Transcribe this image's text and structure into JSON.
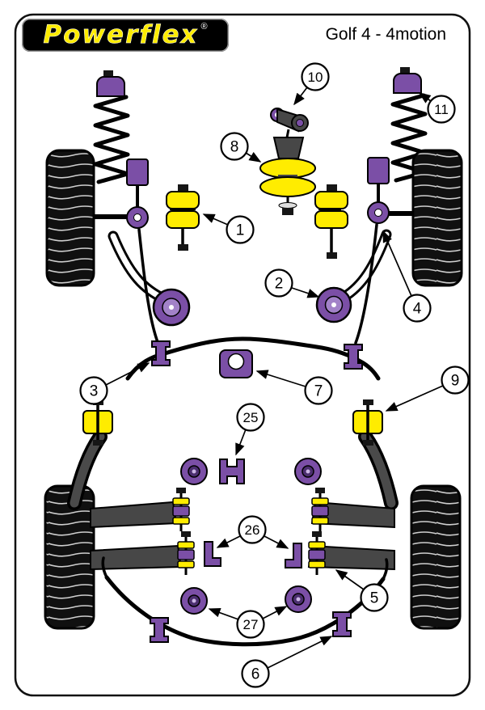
{
  "header": {
    "brand": "Powerflex",
    "registered_mark": "®",
    "title": "Golf 4 - 4motion"
  },
  "colors": {
    "purple": "#7b4fa6",
    "purple-dark": "#4b2e6f",
    "purple-light": "#a282c8",
    "yellow": "#ffec00",
    "metal": "#474747"
  },
  "callouts": [
    {
      "label": "1"
    },
    {
      "label": "2"
    },
    {
      "label": "3"
    },
    {
      "label": "4"
    },
    {
      "label": "5"
    },
    {
      "label": "6"
    },
    {
      "label": "7"
    },
    {
      "label": "8"
    },
    {
      "label": "9"
    },
    {
      "label": "10"
    },
    {
      "label": "11"
    },
    {
      "label": "25"
    },
    {
      "label": "26"
    },
    {
      "label": "27"
    }
  ]
}
